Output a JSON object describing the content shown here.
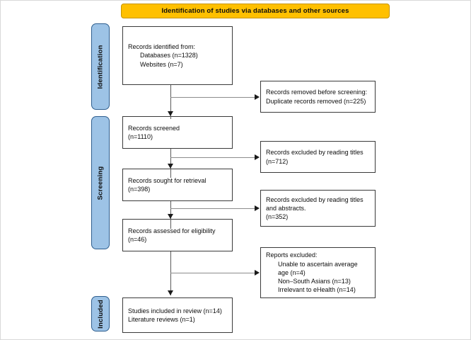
{
  "banner": {
    "title": "Identification of studies via databases and other sources",
    "color": "#FFC000"
  },
  "stages": [
    {
      "id": "identification",
      "label": "Identification",
      "color": "#9DC3E6"
    },
    {
      "id": "screening",
      "label": "Screening",
      "color": "#9DC3E6"
    },
    {
      "id": "included",
      "label": "Included",
      "color": "#9DC3E6"
    }
  ],
  "main_boxes": [
    {
      "id": "records-identified",
      "lines": [
        {
          "text": "Records identified from:",
          "indent": 0
        },
        {
          "text": "Databases (n=1328)",
          "indent": 1
        },
        {
          "text": "Websites (n=7)",
          "indent": 1
        }
      ]
    },
    {
      "id": "records-screened",
      "lines": [
        {
          "text": "Records screened",
          "indent": 0
        },
        {
          "text": "(n=1110)",
          "indent": 0
        }
      ]
    },
    {
      "id": "records-sought",
      "lines": [
        {
          "text": "Records sought for retrieval",
          "indent": 0
        },
        {
          "text": "(n=398)",
          "indent": 0
        }
      ]
    },
    {
      "id": "records-assessed",
      "lines": [
        {
          "text": "Records assessed for eligibility",
          "indent": 0
        },
        {
          "text": "(n=46)",
          "indent": 0
        }
      ]
    },
    {
      "id": "studies-included",
      "lines": [
        {
          "text": "Studies included in review (n=14)",
          "indent": 0
        },
        {
          "text": "Literature reviews (n=1)",
          "indent": 0
        }
      ]
    }
  ],
  "exclusion_boxes": [
    {
      "id": "records-removed",
      "lines": [
        {
          "text": "Records removed before screening:",
          "indent": 0
        },
        {
          "text": "Duplicate records removed (n=225)",
          "indent": 0
        }
      ]
    },
    {
      "id": "excluded-titles",
      "lines": [
        {
          "text": "Records excluded by reading titles",
          "indent": 0
        },
        {
          "text": "(n=712)",
          "indent": 0
        }
      ]
    },
    {
      "id": "excluded-titles-abstracts",
      "lines": [
        {
          "text": "Records excluded by reading titles",
          "indent": 0
        },
        {
          "text": "and abstracts.",
          "indent": 0
        },
        {
          "text": "(n=352)",
          "indent": 0
        }
      ]
    },
    {
      "id": "reports-excluded",
      "lines": [
        {
          "text": "Reports excluded:",
          "indent": 0
        },
        {
          "text": "Unable to ascertain average",
          "indent": 1
        },
        {
          "text": "age (n=4)",
          "indent": 1
        },
        {
          "text": "Non–South Asians (n=13)",
          "indent": 1
        },
        {
          "text": "Irrelevant to eHealth (n=14)",
          "indent": 1
        }
      ]
    }
  ]
}
